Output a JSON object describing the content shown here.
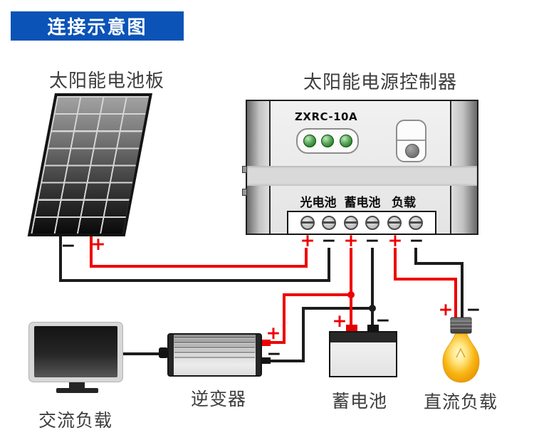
{
  "banner": {
    "title": "连接示意图"
  },
  "solar_panel": {
    "label": "太阳能电池板"
  },
  "controller": {
    "label": "太阳能电源控制器",
    "model": "ZXRC-10A",
    "terminal_groups": [
      "光电池",
      "蓄电池",
      "负载"
    ],
    "led_count": 3
  },
  "ac_load": {
    "label": "交流负载"
  },
  "inverter": {
    "label": "逆变器"
  },
  "battery": {
    "label": "蓄电池"
  },
  "dc_load": {
    "label": "直流负载"
  },
  "polarity": {
    "plus": "+",
    "minus": "−"
  },
  "colors": {
    "banner_blue": "#0b53b7",
    "wire_positive_red": "#ed0000",
    "wire_negative_black": "#1c1c1c",
    "led_green": "#5aa85a"
  }
}
